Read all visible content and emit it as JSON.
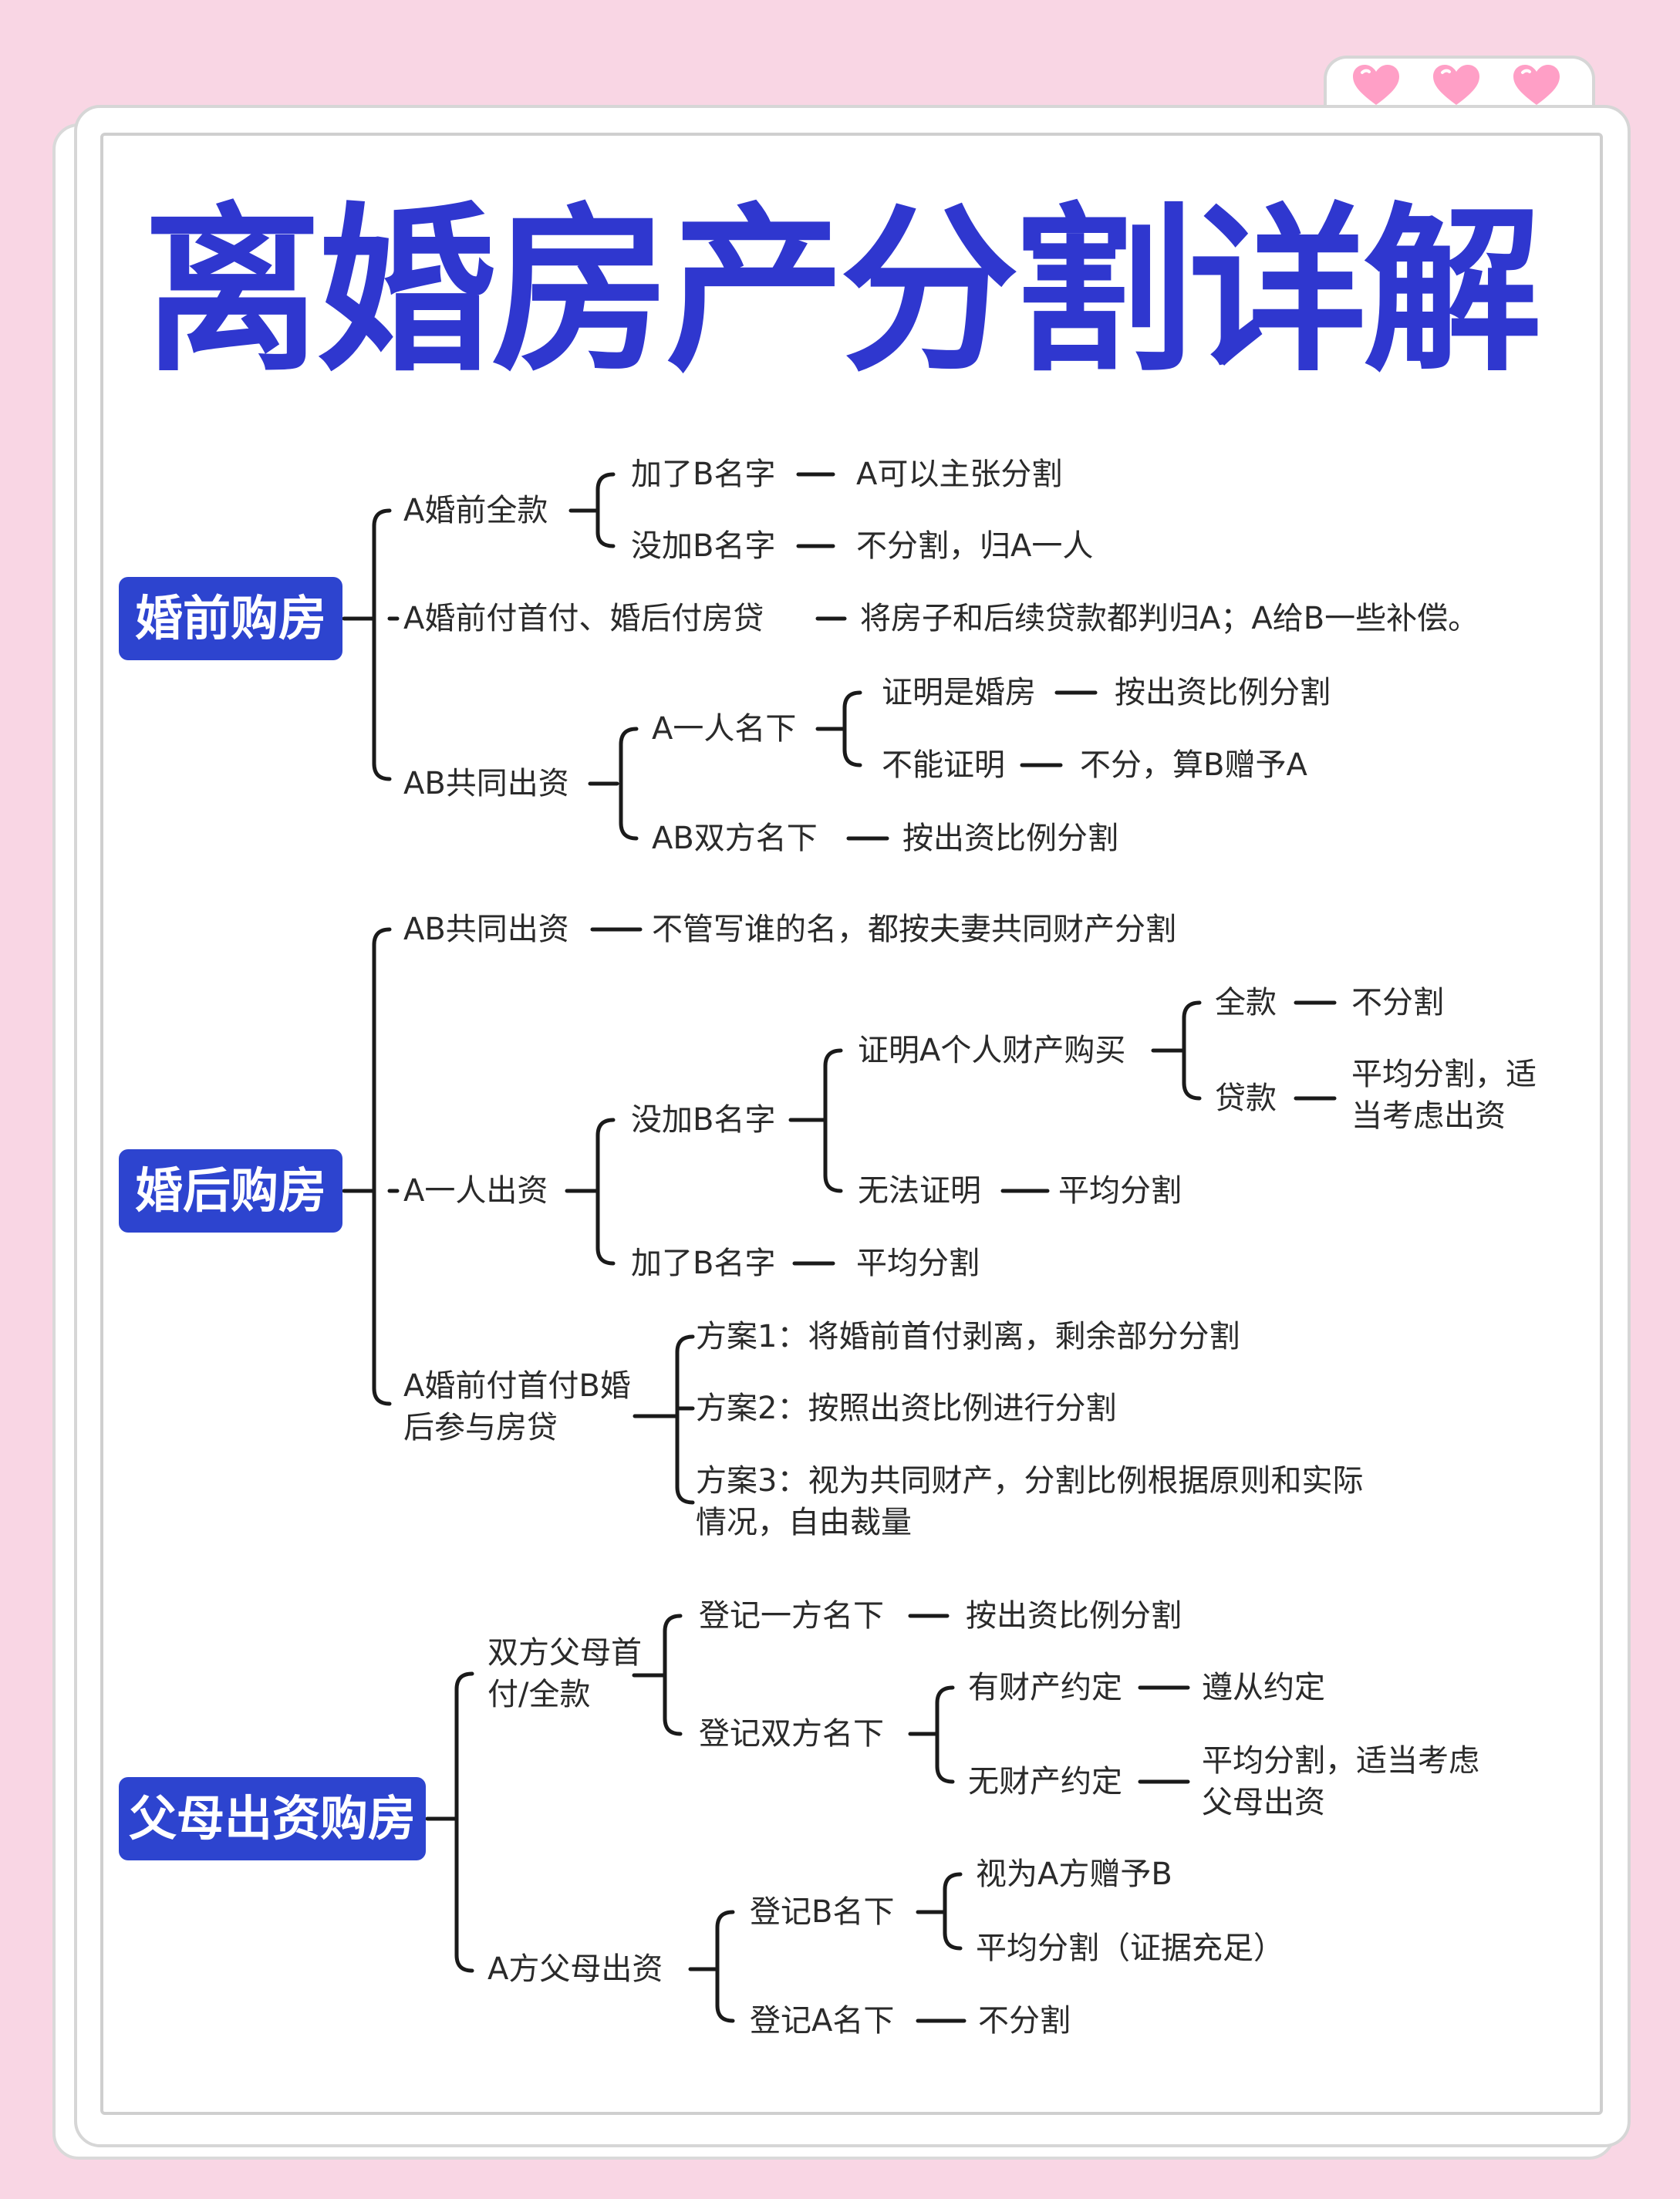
{
  "title": "离婚房产分割详解",
  "colors": {
    "accent": "#2d44cf",
    "title": "#2f37cf",
    "background": "#f9d6e4",
    "heart": "#ff9fc6"
  },
  "decor": {
    "heart_icon": "heart-icon",
    "heart_count": 3
  },
  "sections": [
    {
      "category": "婚前购房",
      "labels": [
        "A婚前全款",
        "加了B名字",
        "A可以主张分割",
        "没加B名字",
        "不分割，归A一人",
        "A婚前付首付、婚后付房贷",
        "将房子和后续贷款都判归A；A给B一些补偿。",
        "AB共同出资",
        "A一人名下",
        "证明是婚房",
        "按出资比例分割",
        "不能证明",
        "不分，算B赠予A",
        "AB双方名下",
        "按出资比例分割"
      ]
    },
    {
      "category": "婚后购房",
      "labels": [
        "AB共同出资",
        "不管写谁的名，都按夫妻共同财产分割",
        "A一人出资",
        "没加B名字",
        "证明A个人财产购买",
        "全款",
        "不分割",
        "贷款",
        "平均分割，适当考虑出资",
        "无法证明",
        "平均分割",
        "加了B名字",
        "平均分割",
        "A婚前付首付B婚后参与房贷",
        "方案1：将婚前首付剥离，剩余部分分割",
        "方案2：按照出资比例进行分割",
        "方案3：视为共同财产，分割比例根据原则和实际情况，自由裁量"
      ]
    },
    {
      "category": "父母出资购房",
      "labels": [
        "双方父母首付/全款",
        "登记一方名下",
        "按出资比例分割",
        "登记双方名下",
        "有财产约定",
        "遵从约定",
        "无财产约定",
        "平均分割，适当考虑父母出资",
        "A方父母出资",
        "登记B名下",
        "视为A方赠予B",
        "平均分割（证据充足）",
        "登记A名下",
        "不分割"
      ]
    }
  ]
}
